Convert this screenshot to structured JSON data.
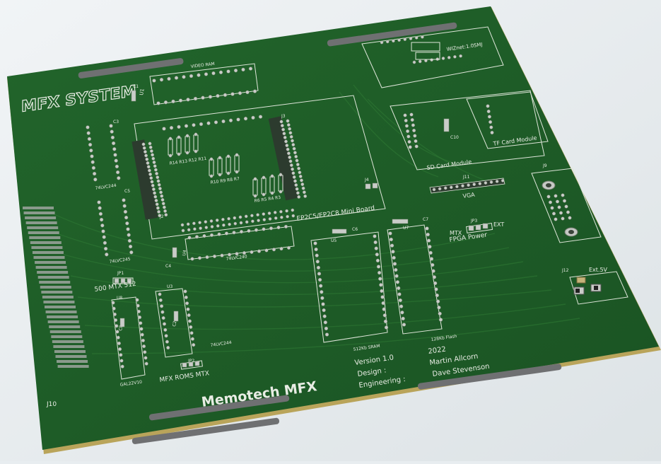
{
  "board": {
    "title": "Memotech MFX",
    "logo": "MFX SYSTEM",
    "version": "Version 1.0",
    "year": "2022",
    "design_label": "Design :",
    "design_name": "Martin Allcorn",
    "engineering_label": "Engineering :",
    "engineering_name": "Dave Stevenson",
    "edge_connector_ref": "J10"
  },
  "colors": {
    "pcb": "#1f5f28",
    "pcb_dark": "#17481e",
    "edge": "#c8b46a",
    "silkscreen": "#e8ece4",
    "pad": "#c9ccc8"
  },
  "labels": {
    "video_ram": "VIDEO RAM",
    "u1": "U1",
    "c1": "C1",
    "c3": "C3",
    "j3": "J3",
    "j2": "J2",
    "c5": "C5",
    "ic_74lvc244_a": "74LVC244",
    "ic_74lvc245": "74LVC245",
    "resistors_a": "R14 R13 R12 R11",
    "resistors_b": "R10 R9 R8 R7",
    "resistors_c": "R6 R5 R4 R3",
    "j4": "J4",
    "fpga_board": "EP2C5/EP2C8 Mini Board",
    "wiznet": "WIZnet:1.0SMJ",
    "sd_card": "SD Card Module",
    "tf_card": "TF Card Module",
    "c10": "C10",
    "j11": "J11",
    "vga": "VGA",
    "j9": "J9",
    "jp3": "JP3",
    "mtx": "MTX",
    "ext": "EXT",
    "fpga_power": "FPGA Power",
    "c4": "C4",
    "u4": "U4",
    "ic_74lvc240": "74LVC240",
    "c6": "C6",
    "u5": "U5",
    "c7": "C7",
    "u7": "U7",
    "sram": "512Kb SRAM",
    "flash": "128Kb Flash",
    "j12": "J12",
    "ext5v": "Ext.5V",
    "jp1": "JP1",
    "jp1_opts": "500 MTX 512",
    "u3": "U3",
    "c2": "C2",
    "u8": "U8",
    "c8": "C8",
    "gal": "GAL22V10",
    "ic_74lvc244_b": "74LVC244",
    "jp2": "JP2",
    "jp2_opts": "MFX ROMS MTX"
  }
}
